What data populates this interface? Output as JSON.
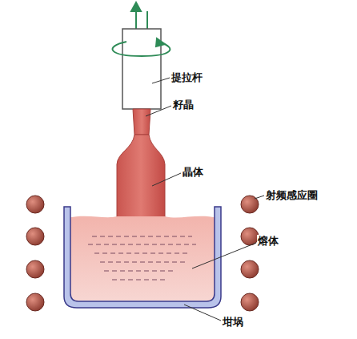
{
  "diagram": {
    "labels": [
      "提拉杆",
      "籽晶",
      "晶体",
      "射频感应圈",
      "熔体",
      "坩埚"
    ]
  }
}
